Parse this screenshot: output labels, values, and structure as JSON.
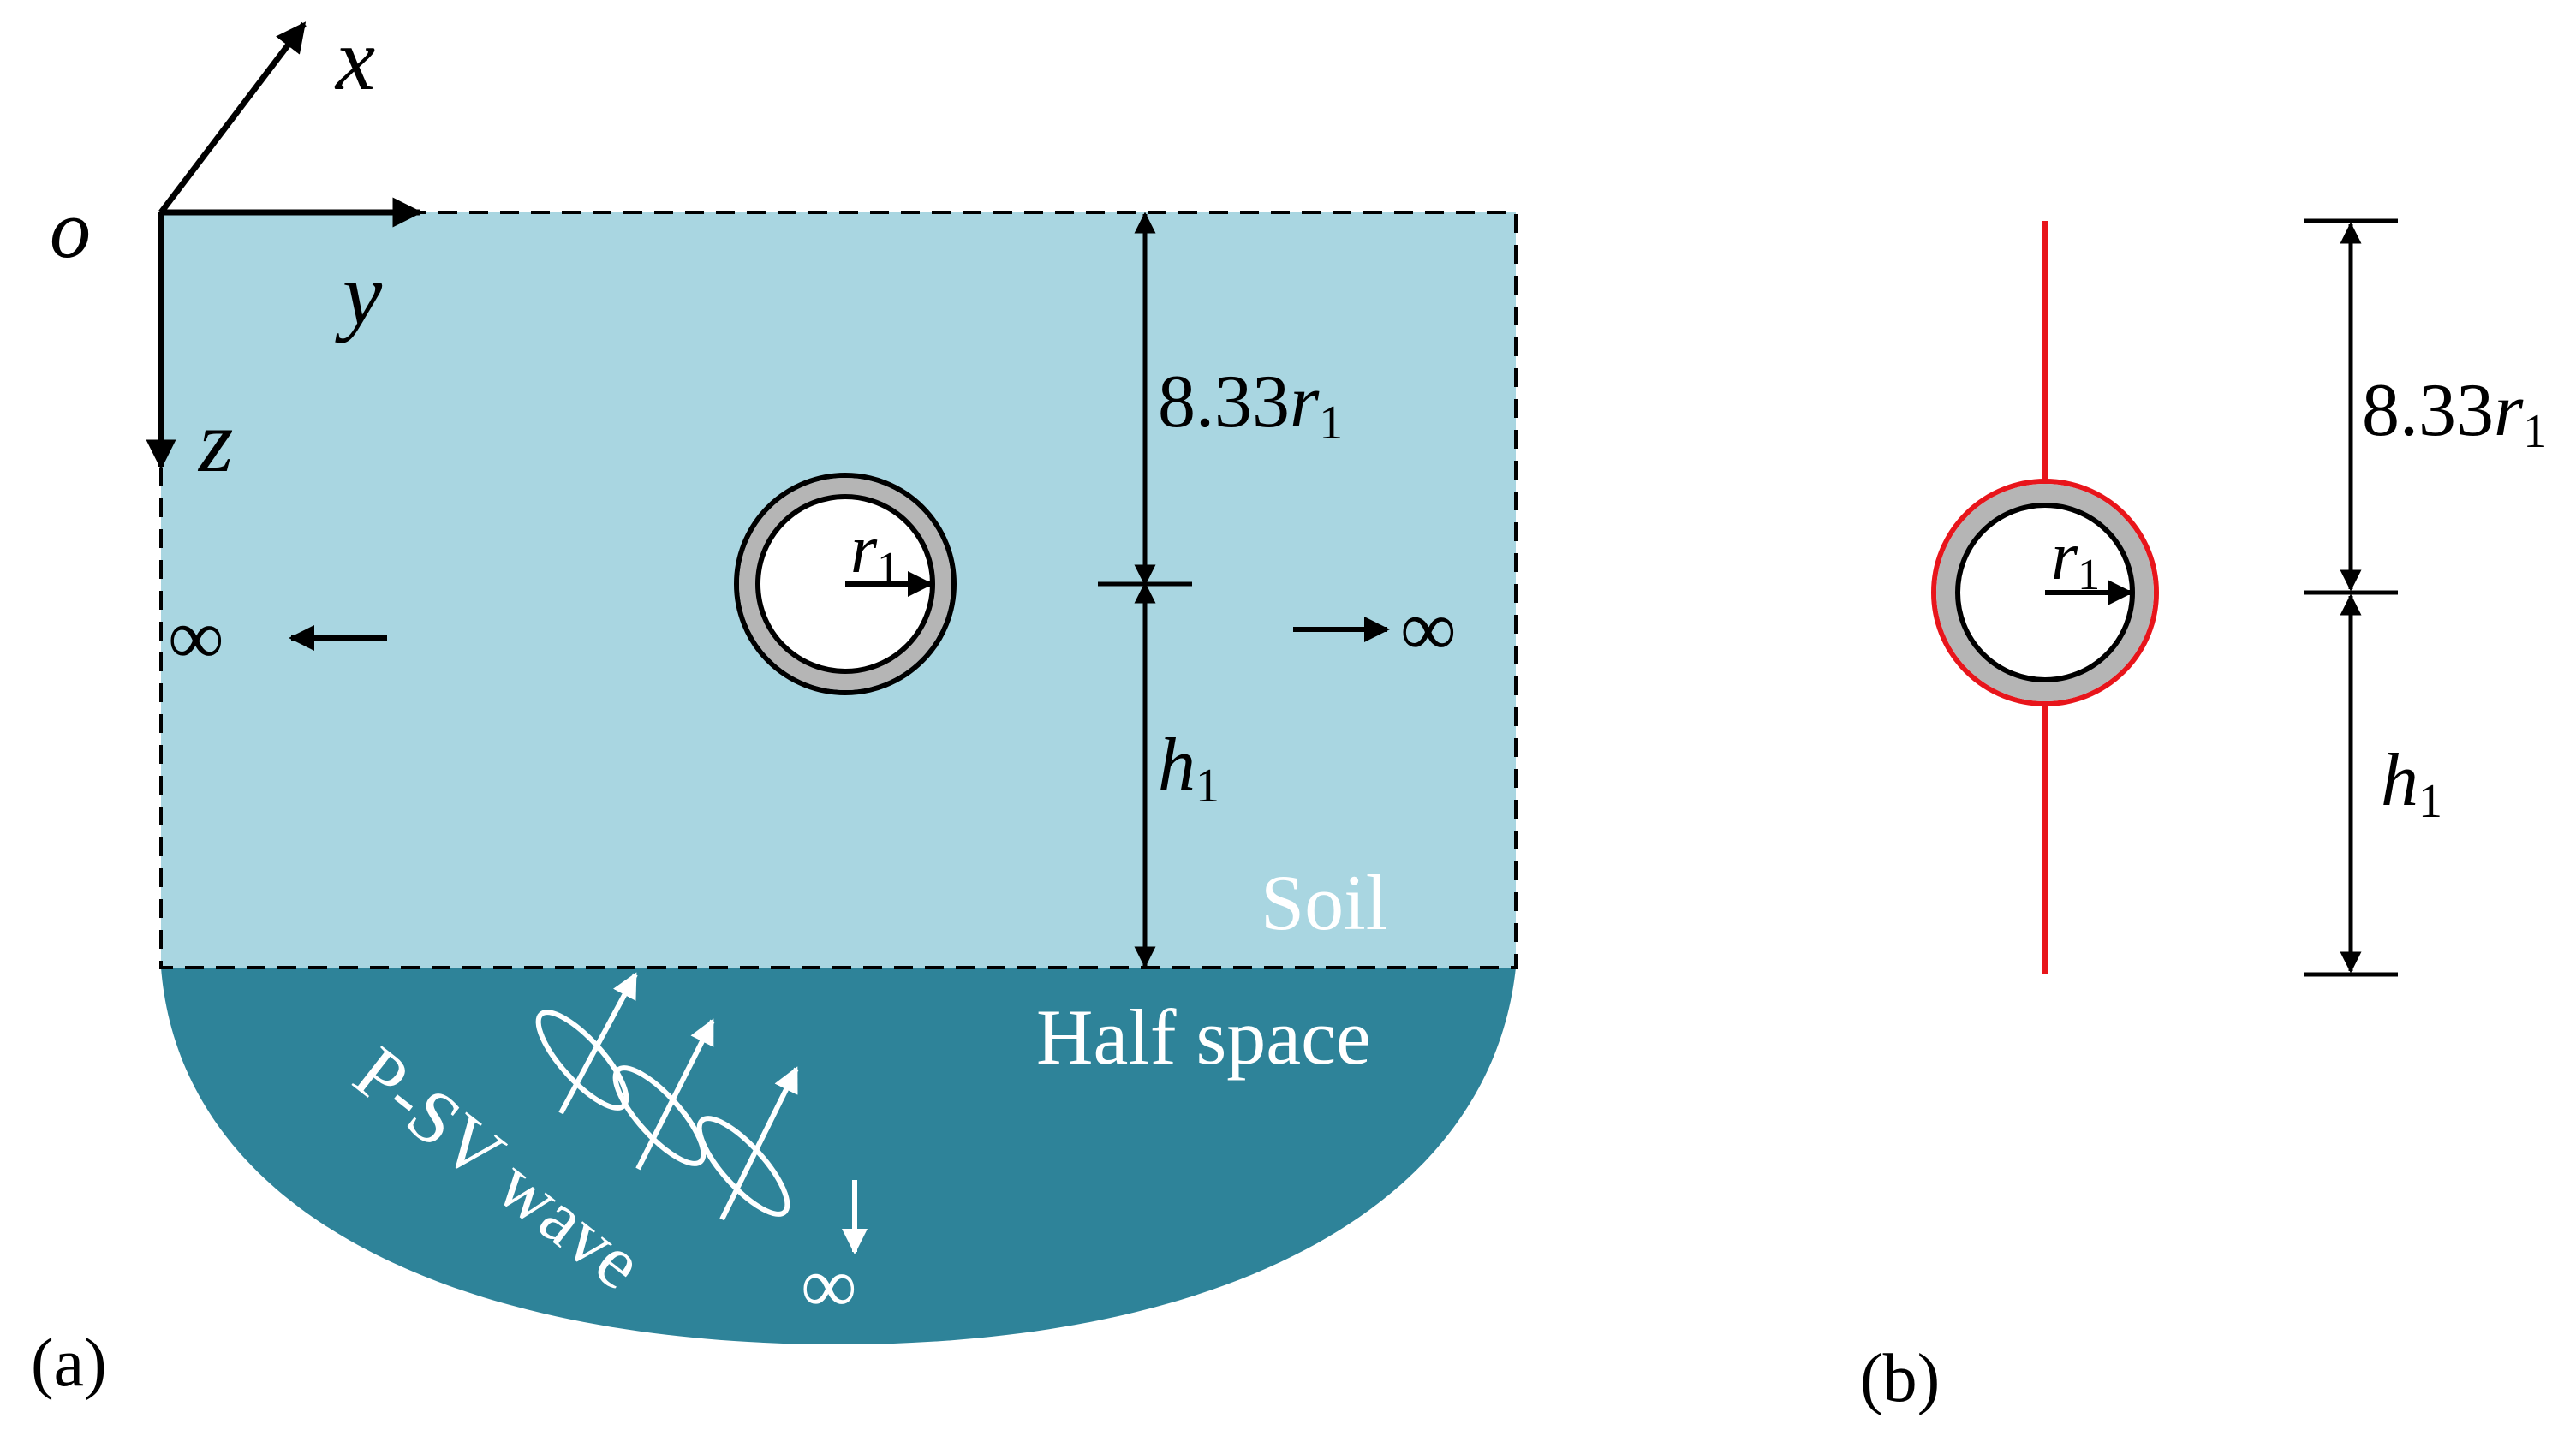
{
  "colors": {
    "soil": "#a9d6e1",
    "half_space": "#2e8399",
    "lining": "#b5b5b5",
    "interface_line": "#e8151b",
    "ink": "#000000",
    "white_text": "#ffffff"
  },
  "panel_a": {
    "label": "(a)",
    "axes": {
      "origin": "o",
      "x": "x",
      "y": "y",
      "z": "z"
    },
    "infinity_symbol": "∞",
    "radius_symbol": "r",
    "radius_sub": "1",
    "dim_top_value": "8.33",
    "dim_top_symbol": "r",
    "dim_top_sub": "1",
    "dim_bottom_symbol": "h",
    "dim_bottom_sub": "1",
    "soil_label": "Soil",
    "half_space_label": "Half space",
    "wave_label": "P-SV wave"
  },
  "panel_b": {
    "label": "(b)",
    "radius_symbol": "r",
    "radius_sub": "1",
    "dim_top_value": "8.33",
    "dim_top_symbol": "r",
    "dim_top_sub": "1",
    "dim_bottom_symbol": "h",
    "dim_bottom_sub": "1"
  }
}
